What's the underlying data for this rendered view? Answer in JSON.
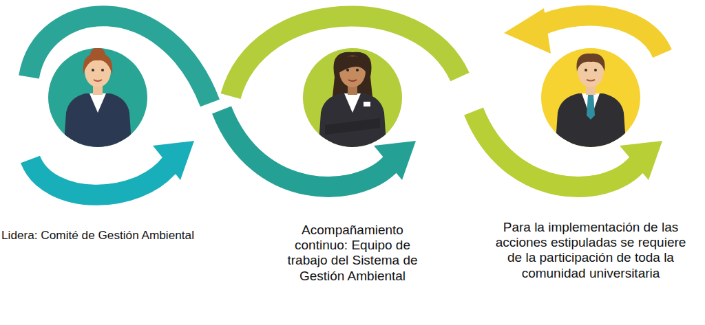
{
  "diagram": {
    "nodes": [
      {
        "text": [
          "Lidera: Comité de Gestión Ambiental"
        ]
      },
      {
        "text": [
          "Acompañamiento continuo: Equipo de trabajo del Sistema de Gestión Ambiental"
        ]
      },
      {
        "text": [
          "Para la implementación de las acciones estipuladas se requiere de la participación de toda la comunidad universitaria"
        ]
      }
    ]
  }
}
